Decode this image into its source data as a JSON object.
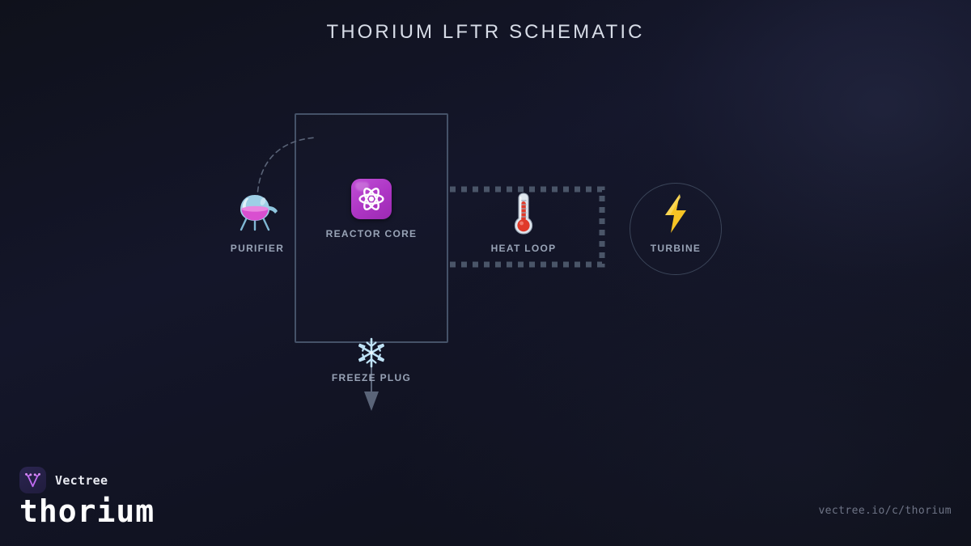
{
  "title": "THORIUM LFTR SCHEMATIC",
  "diagram": {
    "nodes": [
      {
        "id": "purifier",
        "label": "PURIFIER",
        "icon": "alembic-icon"
      },
      {
        "id": "reactor-core",
        "label": "REACTOR CORE",
        "icon": "atom-icon"
      },
      {
        "id": "heat-loop",
        "label": "HEAT LOOP",
        "icon": "thermometer-icon"
      },
      {
        "id": "turbine",
        "label": "TURBINE",
        "icon": "lightning-bolt-icon"
      },
      {
        "id": "freeze-plug",
        "label": "FREEZE PLUG",
        "icon": "snowflake-icon"
      }
    ],
    "connectors": [
      {
        "id": "purifier-to-reactor",
        "style": "dashed-curve"
      },
      {
        "id": "reactor-to-turbine",
        "style": "dashed-pipe"
      },
      {
        "id": "freeze-plug-drain",
        "style": "solid-arrow"
      }
    ]
  },
  "colors": {
    "background": "#0e1019",
    "title": "#d7dce7",
    "label": "#98a3b6",
    "reactor_accent": "#b342c8",
    "turbine_accent": "#f5c518",
    "freeze_accent": "#bfe1f5",
    "border": "#455268",
    "brand_accent": "#c06bf0"
  },
  "footer": {
    "brand": "Vectree",
    "slug": "thorium",
    "url": "vectree.io/c/thorium"
  }
}
